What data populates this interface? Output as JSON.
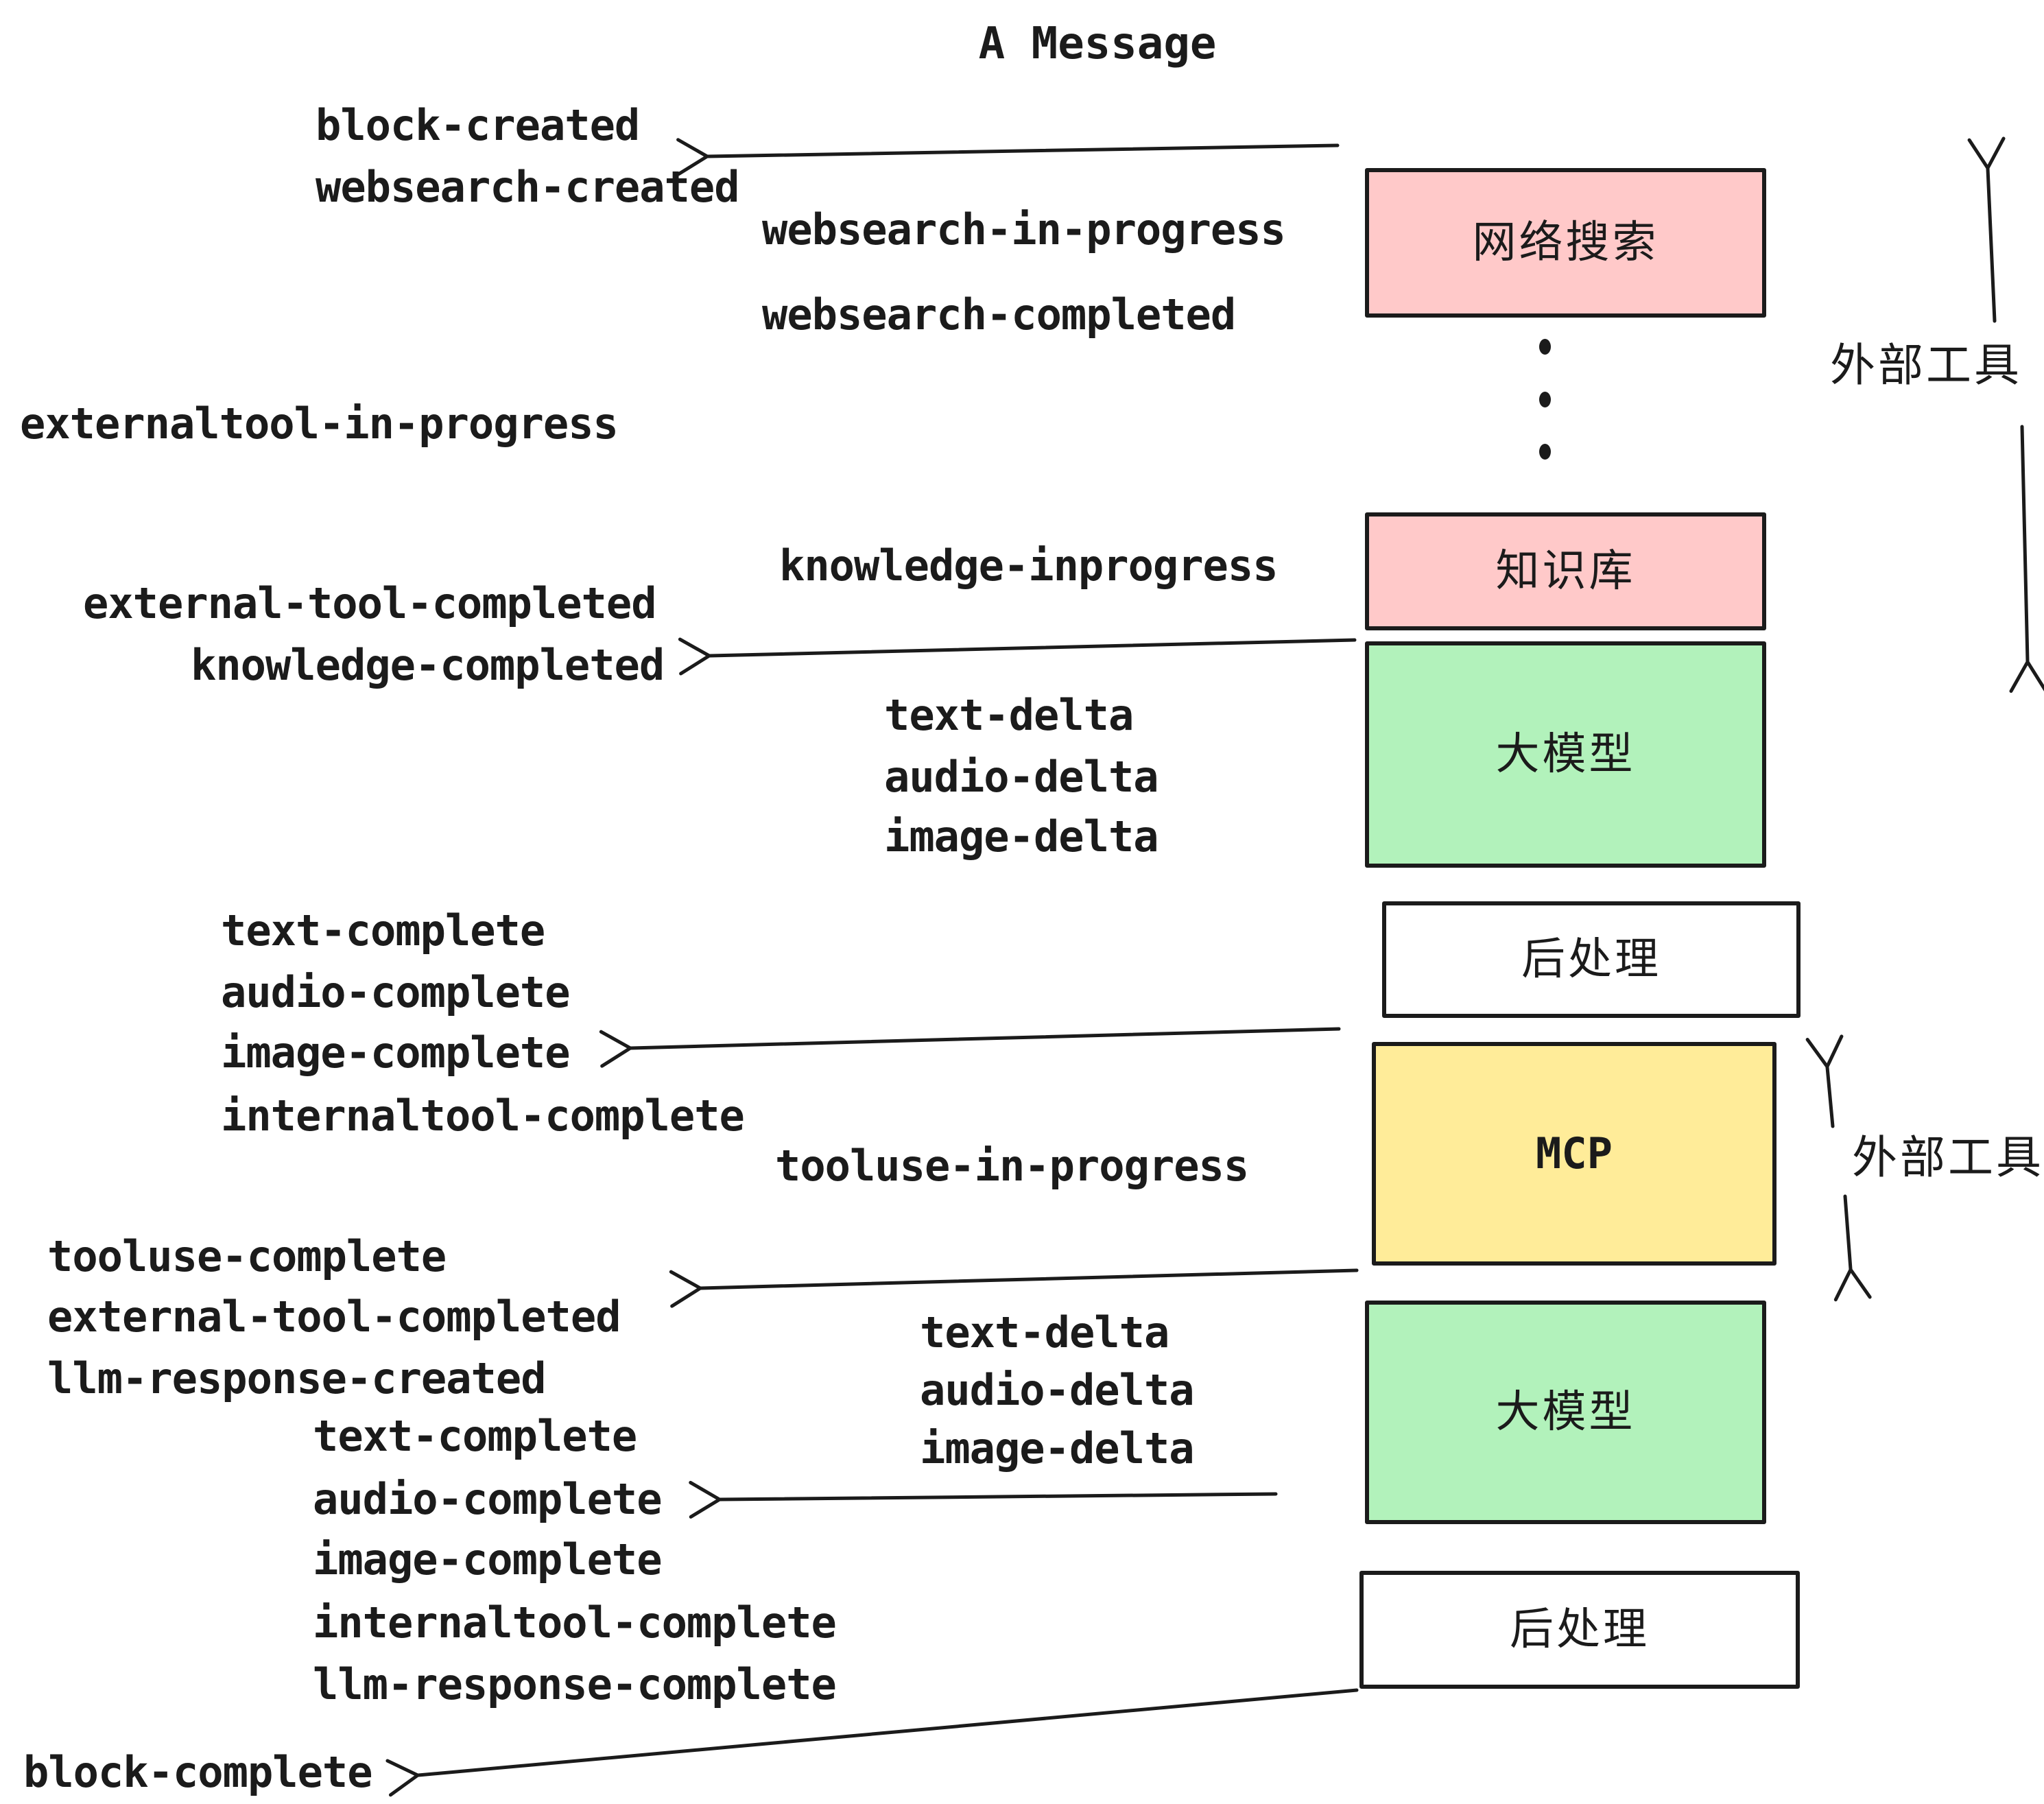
{
  "title": "A Message",
  "colors": {
    "ink": "#1b1b1b",
    "pink": "#FFC9C9",
    "green": "#B2F2BB",
    "yellow": "#FFEC99",
    "white": "#FFFFFF",
    "background": "#FFFFFF"
  },
  "boxes": [
    {
      "label": "网络搜索",
      "fill": "#FFC9C9"
    },
    {
      "label": "知识库",
      "fill": "#FFC9C9"
    },
    {
      "label": "大模型",
      "fill": "#B2F2BB"
    },
    {
      "label": "后处理",
      "fill": "#FFFFFF"
    },
    {
      "label": "MCP",
      "fill": "#FFEC99"
    },
    {
      "label": "大模型",
      "fill": "#B2F2BB"
    },
    {
      "label": "后处理",
      "fill": "#FFFFFF"
    }
  ],
  "side_labels": [
    {
      "text": "外部工具"
    },
    {
      "text": "外部工具"
    }
  ],
  "events": [
    {
      "text": "block-created"
    },
    {
      "text": "websearch-created"
    },
    {
      "text": "websearch-in-progress"
    },
    {
      "text": "websearch-completed"
    },
    {
      "text": "externaltool-in-progress"
    },
    {
      "text": "knowledge-inprogress"
    },
    {
      "text": "external-tool-completed"
    },
    {
      "text": "knowledge-completed"
    },
    {
      "text": "text-delta"
    },
    {
      "text": "audio-delta"
    },
    {
      "text": "image-delta"
    },
    {
      "text": "text-complete"
    },
    {
      "text": "audio-complete"
    },
    {
      "text": "image-complete"
    },
    {
      "text": "internaltool-complete"
    },
    {
      "text": "tooluse-in-progress"
    },
    {
      "text": "tooluse-complete"
    },
    {
      "text": "external-tool-completed"
    },
    {
      "text": "llm-response-created"
    },
    {
      "text": "text-complete"
    },
    {
      "text": "audio-complete"
    },
    {
      "text": "image-complete"
    },
    {
      "text": "internaltool-complete"
    },
    {
      "text": "llm-response-complete"
    },
    {
      "text": "block-complete"
    }
  ]
}
